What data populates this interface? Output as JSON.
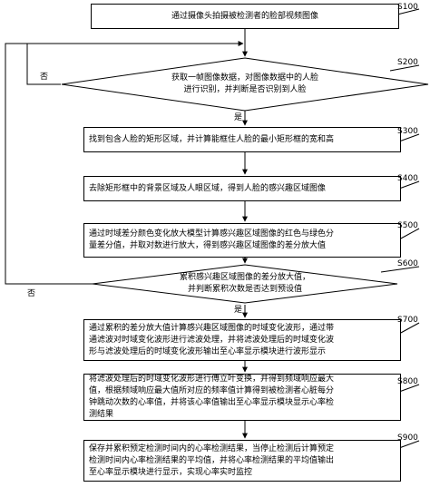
{
  "steps": [
    {
      "id": "S100",
      "text": "通过摄像头拍摄被检测者的脸部视频图像"
    },
    {
      "id": "S200",
      "text": "获取一帧图像数据，对图像数据中的人脸\n进行识别，并判断是否识别到人脸"
    },
    {
      "id": "S300",
      "text": "找到包含人脸的矩形区域，并计算能框住人脸的最小矩形框的宽和高"
    },
    {
      "id": "S400",
      "text": "去除矩形框中的背景区域及人眼区域，得到人脸的感兴趣区域图像"
    },
    {
      "id": "S500",
      "text": "通过时域差分颜色变化放大模型计算感兴趣区域图像的红色与绿色分\n量差分值，并取对数进行放大，得到感兴趣区域图像的差分放大值"
    },
    {
      "id": "S600",
      "text": "累积感兴趣区域图像的差分放大值，\n并判断累积次数是否达到预设值"
    },
    {
      "id": "S700",
      "text": "通过累积的差分放大值计算感兴趣区域图像的时域变化波形，通过带\n通滤波对时域变化波形进行滤波处理，并将滤波处理后的时域变化波\n形与滤波处理后的时域变化波形输出至心率显示模块进行波形显示"
    },
    {
      "id": "S800",
      "text": "将滤波处理后的时域变化波形进行傅立叶变换，并得到频域响应最大\n值，根据频域响应最大值所对应的频率值计算得到被检测者心脏每分\n钟跳动次数的心率值，并将该心率值输出至心率显示模块显示心率检\n测结果"
    },
    {
      "id": "S900",
      "text": "保存并累积预定检测时间内的心率检测结果，当停止检测后计算预定\n检测时间内心率检测结果的平均值，并将心率检测结果的平均值输出\n至心率显示模块进行显示，实现心率实时监控"
    }
  ],
  "labels": {
    "no": "否",
    "yes": "是"
  }
}
